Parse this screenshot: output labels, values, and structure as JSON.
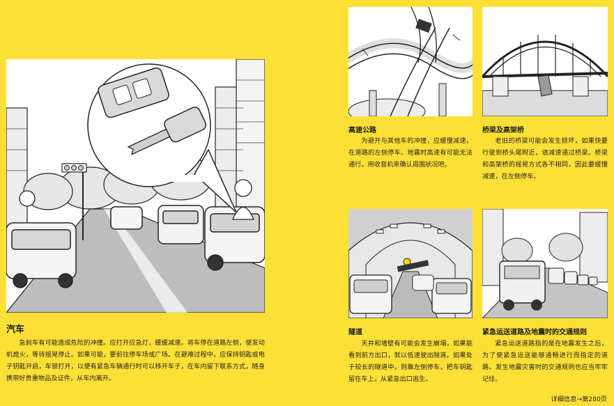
{
  "car": {
    "title": "汽车",
    "text": "急刹车有可能造成危险的冲撞。应打开应急灯，缓缓减速。将车停在道路左侧，使发动机熄火，等待摇晃停止。如果可能，要前往停车场或广场。在避难过程中，应保持钥匙或电子钥匙开启，车锁打开，以便有紧急车辆通行时可以移开车子，在车内留下联系方式，随身携带好贵重物品及证件，从车内离开。"
  },
  "highway": {
    "title": "高速公路",
    "text": "为避开与其他车的冲撞，应缓慢减速，在道路的左侧停车。地震时高速有可能无法通行。用收音机来确认周围状况吧。"
  },
  "bridge": {
    "title": "桥梁及高架桥",
    "text": "老旧的桥梁可能会发生损坏，如果快要行驶到桥头尾附近，请减速通过桥梁。桥梁和高架桥的摇晃方式各不相同，因此要缓慢减速，在左侧停车。"
  },
  "tunnel": {
    "title": "隧道",
    "text": "天井和墙壁有可能会发生崩塌，如果能看到前方出口，就以低速驶出隧道。如果处于较长的隧道中，则靠左侧停车，把车钥匙留在车上，从紧急出口逃生。"
  },
  "emergency_road": {
    "title": "紧急运送道路及地震时的交通规则",
    "text": "紧急运送道路指的是在地震发生之后，为了使紧急运送能够通畅进行而指定的道路。发生地震灾害时的交通规则也应当牢牢记住。"
  },
  "footer": {
    "text": "详细信息→第280页"
  }
}
